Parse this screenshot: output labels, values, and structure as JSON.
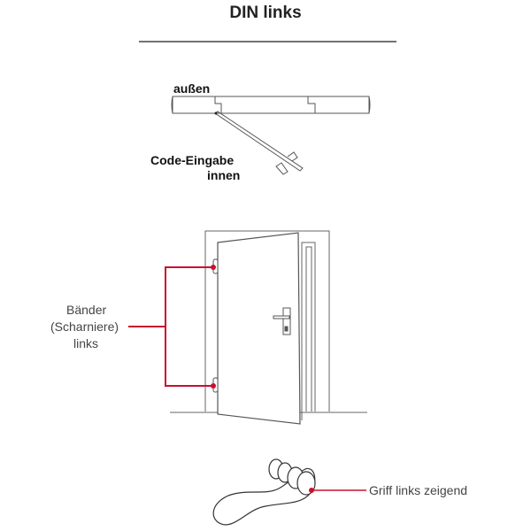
{
  "title": "DIN links",
  "top_view": {
    "outside_label": "außen",
    "code_label_line1": "Code-Eingabe",
    "code_label_line2": "innen"
  },
  "door_view": {
    "hinge_label_line1": "Bänder",
    "hinge_label_line2": "(Scharniere)",
    "hinge_label_line3": "links"
  },
  "handle_view": {
    "handle_label": "Griff links zeigend"
  },
  "colors": {
    "accent": "#c8102e",
    "line": "#555555"
  }
}
